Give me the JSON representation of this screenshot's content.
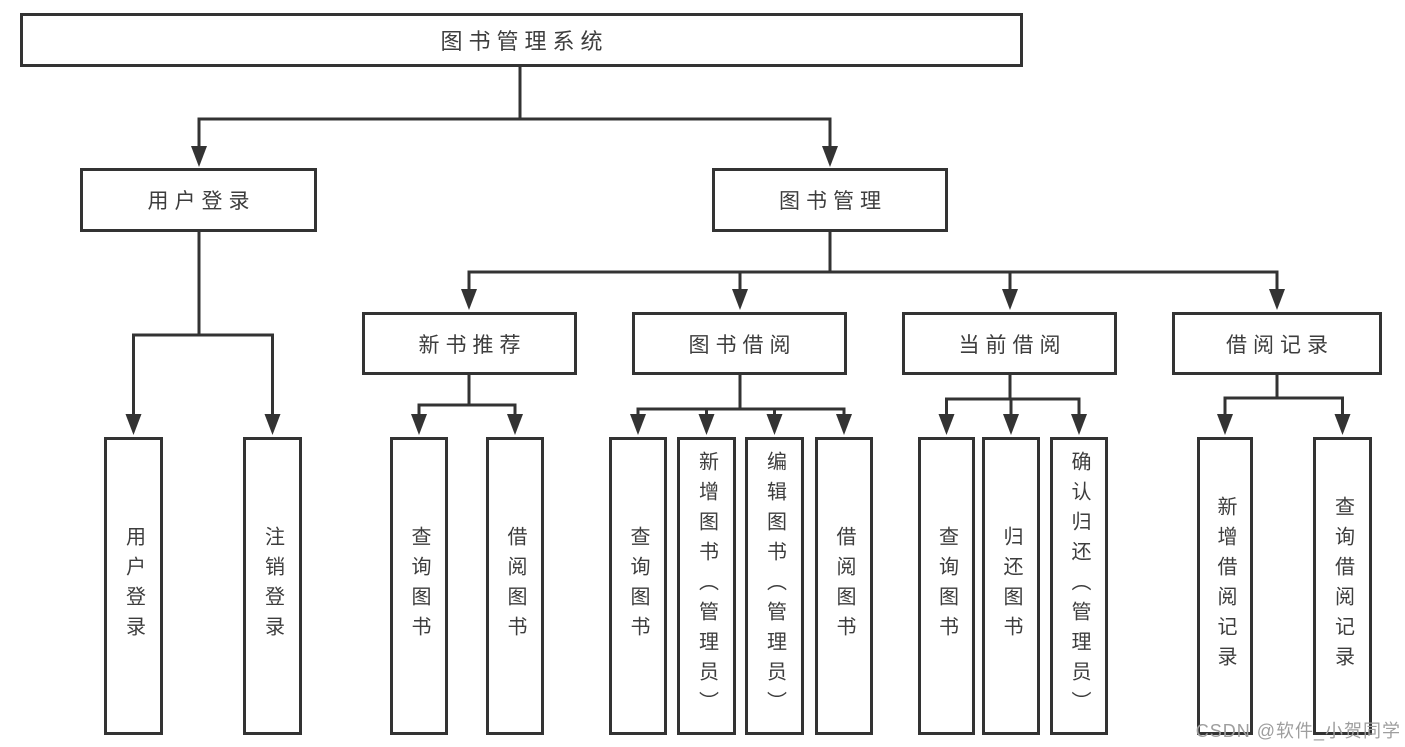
{
  "tree": {
    "root": {
      "label": "图书管理系统",
      "children": [
        {
          "label": "用户登录",
          "children": [
            {
              "label": "用户登录"
            },
            {
              "label": "注销登录"
            }
          ]
        },
        {
          "label": "图书管理",
          "children": [
            {
              "label": "新书推荐",
              "children": [
                {
                  "label": "查询图书"
                },
                {
                  "label": "借阅图书"
                }
              ]
            },
            {
              "label": "图书借阅",
              "children": [
                {
                  "label": "查询图书"
                },
                {
                  "label": "新增图书（管理员）"
                },
                {
                  "label": "编辑图书（管理员）"
                },
                {
                  "label": "借阅图书"
                }
              ]
            },
            {
              "label": "当前借阅",
              "children": [
                {
                  "label": "查询图书"
                },
                {
                  "label": "归还图书"
                },
                {
                  "label": "确认归还（管理员）"
                }
              ]
            },
            {
              "label": "借阅记录",
              "children": [
                {
                  "label": "新增借阅记录"
                },
                {
                  "label": "查询借阅记录"
                }
              ]
            }
          ]
        }
      ]
    }
  },
  "watermark": "CSDN @软件_小贺同学",
  "colors": {
    "line": "#333333",
    "box_border": "#333333",
    "text": "#3d3d3d",
    "watermark": "#9e9e9e",
    "background": "#ffffff"
  }
}
